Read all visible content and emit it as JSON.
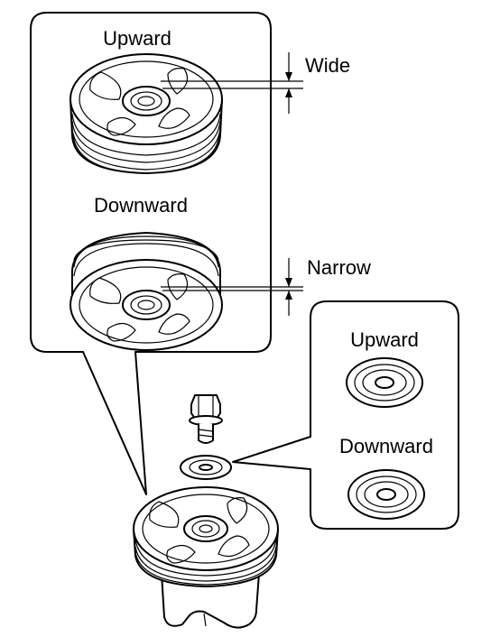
{
  "callout_main": {
    "label_upward": "Upward",
    "label_downward": "Downward",
    "label_wide": "Wide",
    "label_narrow": "Narrow"
  },
  "callout_washer": {
    "label_upward": "Upward",
    "label_downward": "Downward"
  },
  "icons": [
    "pulley-icon",
    "bolt-icon",
    "washer-icon",
    "pump-body-icon",
    "dimension-arrow-icon"
  ],
  "colors": {
    "line": "#000000",
    "background": "#ffffff"
  }
}
